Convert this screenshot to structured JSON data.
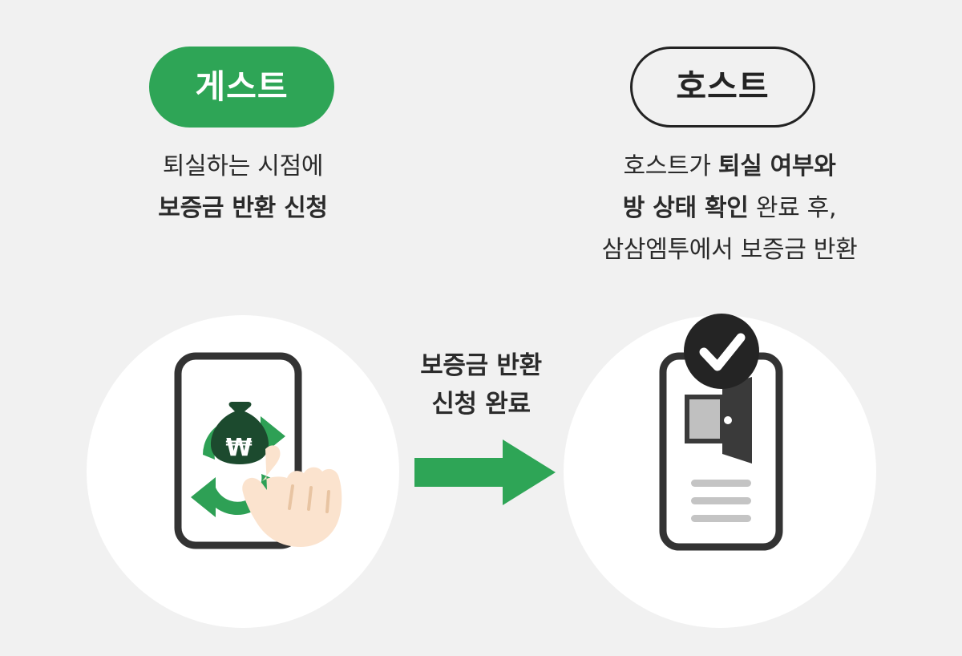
{
  "page": {
    "background_color": "#f1f1f1",
    "text_color": "#2b2b2b",
    "accent_green": "#2ea556",
    "dark": "#333333",
    "deep_green": "#1c4a2e",
    "skin": "#fbe3ce",
    "gray": "#c4c4c4"
  },
  "left_column": {
    "badge": {
      "label": "게스트",
      "style": "filled",
      "background_color": "#2ea556",
      "text_color": "#ffffff"
    },
    "caption": {
      "line1": "퇴실하는 시점에",
      "line2": "보증금 반환 신청",
      "line1_bold": false,
      "line2_bold": true
    },
    "illustration": {
      "name": "phone-deposit-refund-tap",
      "parts": [
        "phone-frame",
        "refresh-arrows",
        "money-bag",
        "won-symbol",
        "pointing-hand"
      ],
      "currency_symbol": "₩"
    }
  },
  "center": {
    "label": {
      "line1": "보증금 반환",
      "line2": "신청 완료"
    },
    "arrow": {
      "name": "right-arrow",
      "direction": "right",
      "color": "#2ea556"
    }
  },
  "right_column": {
    "badge": {
      "label": "호스트",
      "style": "outlined",
      "border_color": "#232323",
      "text_color": "#232323"
    },
    "caption": {
      "line1_a": "호스트가 ",
      "line1_b": "퇴실 여부와",
      "line2_a": "방 상태 확인",
      "line2_b": " 완료 후,",
      "line3": "삼삼엠투에서 보증금 반환"
    },
    "illustration": {
      "name": "checklist-room-check-complete",
      "parts": [
        "check-badge",
        "clipboard-document",
        "open-door",
        "text-lines"
      ],
      "text_line_count": 3
    }
  }
}
